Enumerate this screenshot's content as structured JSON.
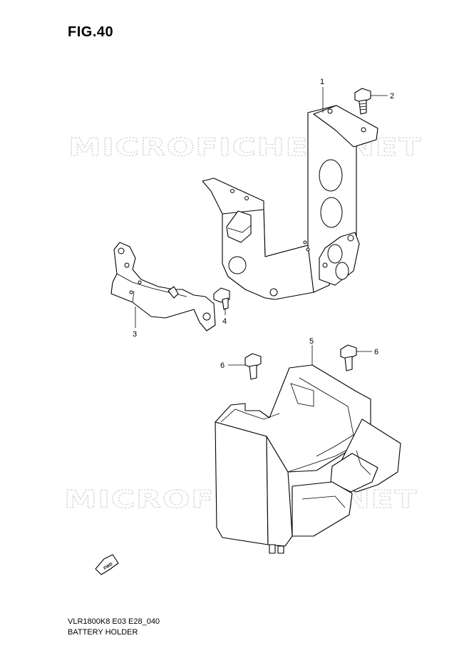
{
  "figure": {
    "title": "FIG.40",
    "model_code": "VLR1800K8 E03 E28_040",
    "assembly_name": "BATTERY HOLDER"
  },
  "watermark": {
    "text": "MICROFICHES.NET"
  },
  "fwd_marker": {
    "label": "FWD"
  },
  "callouts": [
    {
      "number": "1"
    },
    {
      "number": "2"
    },
    {
      "number": "3"
    },
    {
      "number": "4"
    },
    {
      "number": "5"
    },
    {
      "number": "6"
    },
    {
      "number": "6"
    }
  ]
}
